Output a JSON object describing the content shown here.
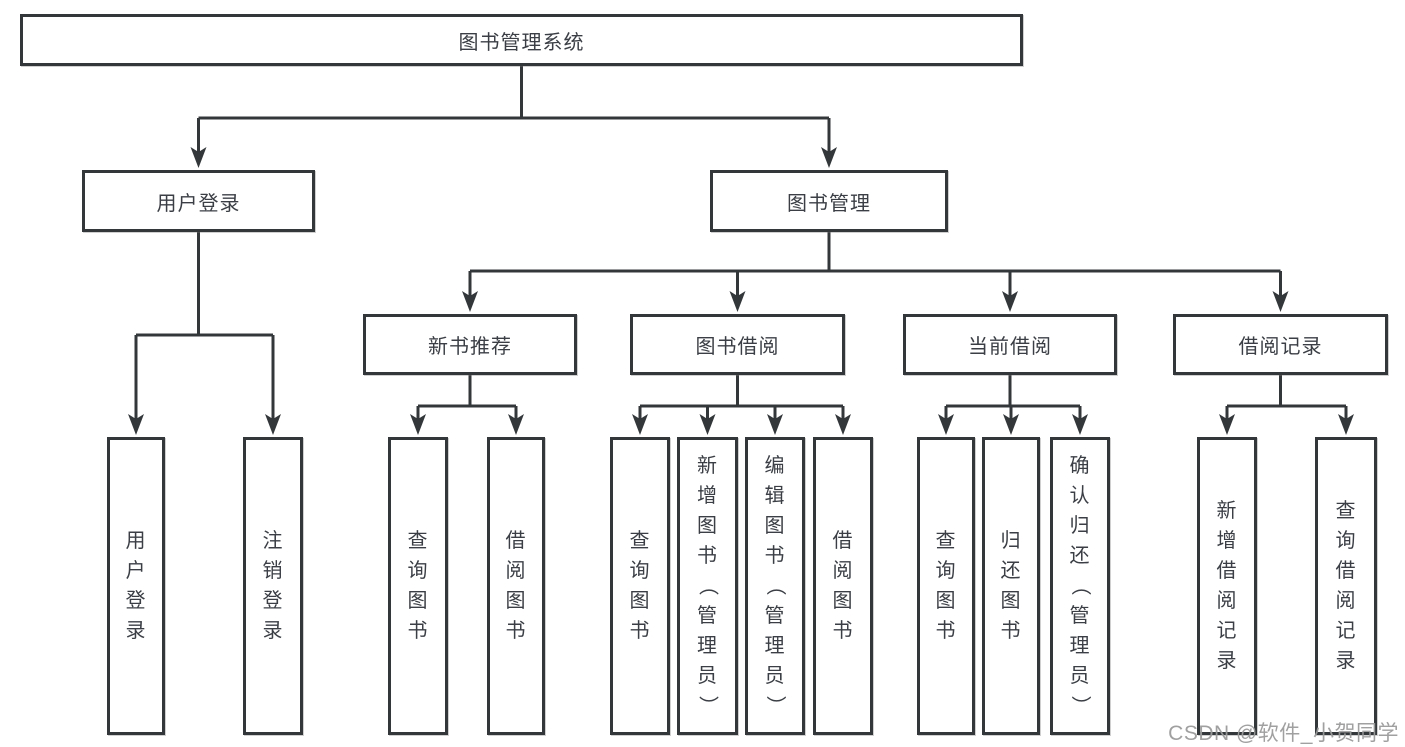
{
  "root": {
    "label": "图书管理系统"
  },
  "branches": [
    {
      "label": "用户登录",
      "children": [
        {
          "label": "用户登录"
        },
        {
          "label": "注销登录"
        }
      ]
    },
    {
      "label": "图书管理",
      "children": [
        {
          "label": "新书推荐",
          "children": [
            {
              "label": "查询图书"
            },
            {
              "label": "借阅图书"
            }
          ]
        },
        {
          "label": "图书借阅",
          "children": [
            {
              "label": "查询图书"
            },
            {
              "label": "新增图书（管理员）"
            },
            {
              "label": "编辑图书（管理员）"
            },
            {
              "label": "借阅图书"
            }
          ]
        },
        {
          "label": "当前借阅",
          "children": [
            {
              "label": "查询图书"
            },
            {
              "label": "归还图书"
            },
            {
              "label": "确认归还（管理员）"
            }
          ]
        },
        {
          "label": "借阅记录",
          "children": [
            {
              "label": "新增借阅记录"
            },
            {
              "label": "查询借阅记录"
            }
          ]
        }
      ]
    }
  ],
  "watermark": "CSDN @软件_小贺同学",
  "colors": {
    "line": "#33373a",
    "text": "#3b3f45",
    "watermark": "#9d9d9d",
    "background": "#ffffff"
  }
}
